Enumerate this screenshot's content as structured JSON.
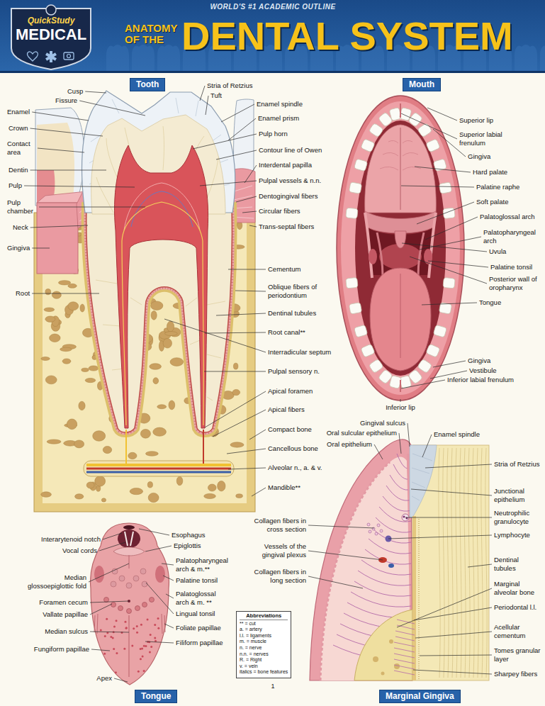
{
  "diagram": {
    "title": "DENTAL SYSTEM",
    "nodes": [
      {
        "text": [
          "QuickStudy",
          "MEDICAL"
        ]
      },
      {
        "text": [
          "Tooth"
        ]
      },
      {
        "text": [
          "Mouth"
        ]
      },
      {
        "text": [
          "Abbreviations",
          "** = cut",
          "a. = artery",
          "l.l. = ligaments",
          "m. = muscle",
          "n. = nerve",
          "n.n. = nerves",
          "R. = Right",
          "v. = vein",
          "italics = bone features"
        ]
      },
      {
        "text": [
          "Tongue"
        ]
      },
      {
        "text": [
          "Marginal Gingiva"
        ]
      }
    ],
    "labels": [
      "WORLD'S #1 ACADEMIC OUTLINE",
      "ANATOMY OF THE",
      "Cusp",
      "Fissure",
      "Enamel",
      "Crown",
      "Contact area",
      "Dentin",
      "Pulp",
      "Pulp chamber",
      "Neck",
      "Gingiva",
      "Root",
      "Stria of Retzius",
      "Tuft",
      "Enamel spindle",
      "Enamel prism",
      "Pulp horn",
      "Contour line of Owen",
      "Interdental papilla",
      "Pulpal vessels & n.n.",
      "Dentogingival fibers",
      "Circular fibers",
      "Trans-septal fibers",
      "Cementum",
      "Oblique fibers of periodontium",
      "Dentinal tubules",
      "Root canal**",
      "Interradicular septum",
      "Pulpal sensory n.",
      "Apical foramen",
      "Apical fibers",
      "Compact bone",
      "Cancellous bone",
      "Alveolar n., a. & v.",
      "Mandible**",
      "Superior lip",
      "Superior labial frenulum",
      "Gingiva",
      "Hard palate",
      "Palatine raphe",
      "Soft palate",
      "Palatoglossal arch",
      "Palatopharyngeal arch",
      "Uvula",
      "Palatine tonsil",
      "Posterior wall of oropharynx",
      "Tongue",
      "Gingiva",
      "Vestibule",
      "Inferior labial frenulum",
      "Inferior lip",
      "Interarytenoid notch",
      "Vocal cords",
      "Median glossoepiglottic fold",
      "Foramen cecum",
      "Vallate papillae",
      "Median sulcus",
      "Fungiform papillae",
      "Apex",
      "Esophagus",
      "Epiglottis",
      "Palatopharyngeal arch & m.**",
      "Palatine tonsil",
      "Palatoglossal arch & m. **",
      "Lingual tonsil",
      "Foliate papillae",
      "Filiform papillae",
      "Gingival sulcus",
      "Oral sulcular epithelium",
      "Enamel spindle",
      "Oral epithelium",
      "Stria of Retzius",
      "Junctional epithelium",
      "Neutrophilic granulocyte",
      "Lymphocyte",
      "Collagen fibers in cross section",
      "Vessels of the gingival plexus",
      "Collagen fibers in long section",
      "Dentinal tubules",
      "Marginal alveolar bone",
      "Periodontal l.l.",
      "Acellular cementum",
      "Tomes granular layer",
      "Sharpey fibers",
      "1"
    ]
  }
}
